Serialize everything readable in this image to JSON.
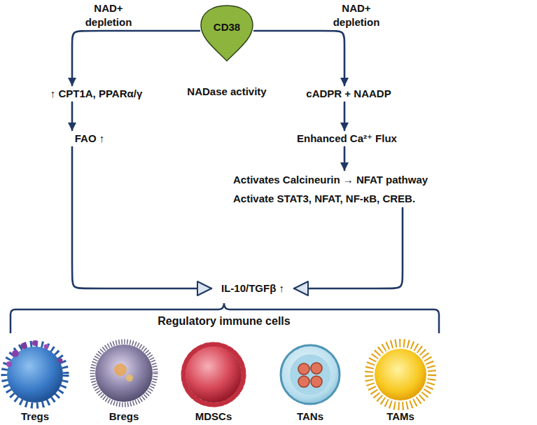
{
  "diagram": {
    "nodes": [
      {
        "text": [
          "CD38",
          "NADase activity"
        ]
      },
      {
        "text": [
          "↑ CPT1A, PPARα/γ"
        ]
      },
      {
        "text": [
          "FAO ↑"
        ]
      },
      {
        "text": [
          "cADPR + NAADP"
        ]
      },
      {
        "text": [
          "Enhanced Ca²⁺ Flux"
        ]
      },
      {
        "text": [
          "Activates Calcineurin → NFAT pathway",
          "Activate STAT3, NFAT, NF-κB, CREB."
        ]
      },
      {
        "text": [
          "IL-10/TGFβ ↑"
        ]
      },
      {
        "text": [
          "Tregs"
        ]
      },
      {
        "text": [
          "Bregs"
        ]
      },
      {
        "text": [
          "MDSCs"
        ]
      },
      {
        "text": [
          "TANs"
        ]
      },
      {
        "text": [
          "TAMs"
        ]
      }
    ],
    "edges": [
      {
        "from": 0,
        "to": 1,
        "label": "NAD+ depletion",
        "arrow": "to"
      },
      {
        "from": 0,
        "to": 3,
        "label": "NAD+ depletion",
        "arrow": "to"
      },
      {
        "from": 1,
        "to": 2,
        "arrow": "to"
      },
      {
        "from": 3,
        "to": 4,
        "arrow": "to"
      },
      {
        "from": 4,
        "to": 5,
        "arrow": "to"
      },
      {
        "from": 2,
        "to": 6,
        "arrow": "to"
      },
      {
        "from": 5,
        "to": 6,
        "arrow": "to"
      }
    ],
    "labels": [
      "Regulatory immune cells"
    ]
  }
}
